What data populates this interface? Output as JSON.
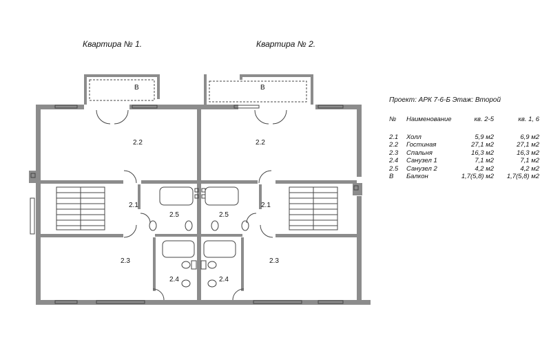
{
  "apartments": {
    "left_title": "Квартира № 1.",
    "right_title": "Квартира № 2."
  },
  "project": {
    "line": "Проект:  АРК 7-6-Б    Этаж: Второй"
  },
  "legend": {
    "headers": {
      "no": "№",
      "name": "Наименование",
      "col_a": "кв. 2-5",
      "col_b": "кв. 1, 6"
    },
    "rows": [
      {
        "no": "2.1",
        "name": "Холл",
        "a": "5,9 м2",
        "b": "6,9 м2"
      },
      {
        "no": "2.2",
        "name": "Гостиная",
        "a": "27,1 м2",
        "b": "27,1 м2"
      },
      {
        "no": "2.3",
        "name": "Спальня",
        "a": "16,3 м2",
        "b": "16,3 м2"
      },
      {
        "no": "2.4",
        "name": "Санузел 1",
        "a": "7,1 м2",
        "b": "7,1 м2"
      },
      {
        "no": "2.5",
        "name": "Санузел 2",
        "a": "4,2 м2",
        "b": "4,2 м2"
      },
      {
        "no": "В",
        "name": "Балкон",
        "a": "1,7(5,8) м2",
        "b": "1,7(5,8) м2"
      }
    ]
  },
  "rooms": {
    "r22a": "2.2",
    "r22b": "2.2",
    "r21a": "2.1",
    "r21b": "2.1",
    "r25a": "2.5",
    "r25b": "2.5",
    "r23a": "2.3",
    "r23b": "2.3",
    "r24a": "2.4",
    "r24b": "2.4",
    "ba": "В",
    "bb": "В"
  }
}
